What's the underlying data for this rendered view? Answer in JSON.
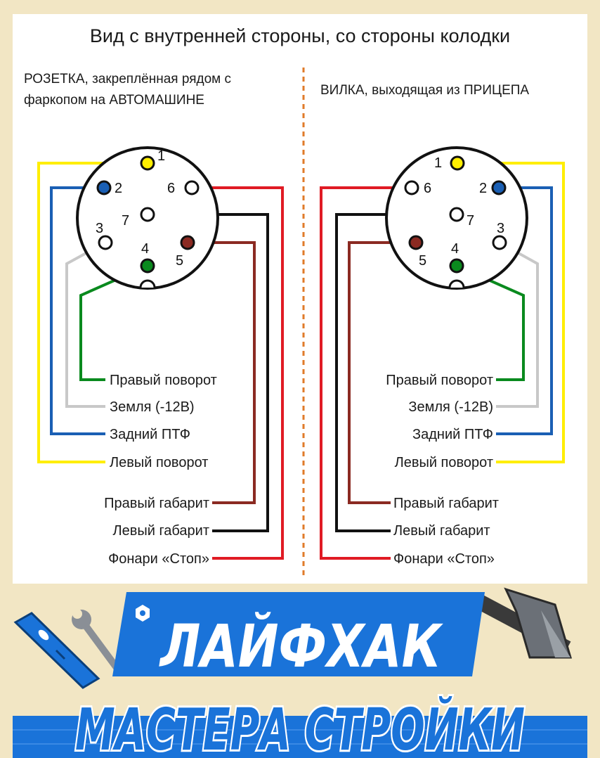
{
  "title": "Вид с внутренней стороны, со стороны колодки",
  "left_panel": {
    "title_line1": "РОЗЕТКА, закреплённая рядом с",
    "title_line2": "фаркопом на АВТОМАШИНЕ"
  },
  "right_panel": {
    "title": "ВИЛКА, выходящая из ПРИЦЕПА"
  },
  "pins": [
    {
      "number": "1",
      "wire_color": "#ffee00",
      "label": "Левый поворот"
    },
    {
      "number": "2",
      "wire_color": "#1a5fb4",
      "label": "Задний ПТФ"
    },
    {
      "number": "3",
      "wire_color": "#c8c8c8",
      "label": "Земля (-12В)"
    },
    {
      "number": "4",
      "wire_color": "#0a8a1e",
      "label": "Правый поворот"
    },
    {
      "number": "5",
      "wire_color": "#8b2a22",
      "label": "Правый габарит"
    },
    {
      "number": "6",
      "wire_color": "#e01b24",
      "label": "Фонари «Стоп»"
    },
    {
      "number": "7",
      "wire_color": "#111111",
      "label": "Левый габарит"
    }
  ],
  "banner": {
    "line1": "ЛАЙФХАК",
    "line2": "МАСТЕРА СТРОЙКИ",
    "line1_bg": "#1a73d9",
    "line2_color": "#1a73d9",
    "page_bg": "#f2e6c4"
  },
  "icons": {
    "level": "level-tool-icon",
    "wrench": "wrench-icon",
    "axe": "axe-icon",
    "nut": "hex-nut-icon"
  }
}
